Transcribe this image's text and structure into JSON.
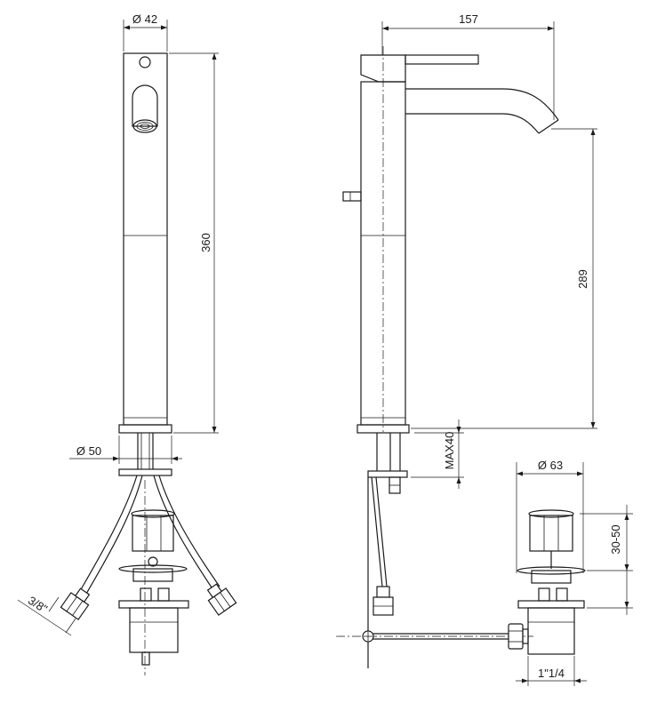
{
  "dimensions": {
    "d42": "Ø 42",
    "h360": "360",
    "d50": "Ø 50",
    "thread38": "3/8\"",
    "w157": "157",
    "h289": "289",
    "max40": "MAX40",
    "d63": "Ø 63",
    "h3050": "30-50",
    "thread114": "1\"1/4"
  }
}
